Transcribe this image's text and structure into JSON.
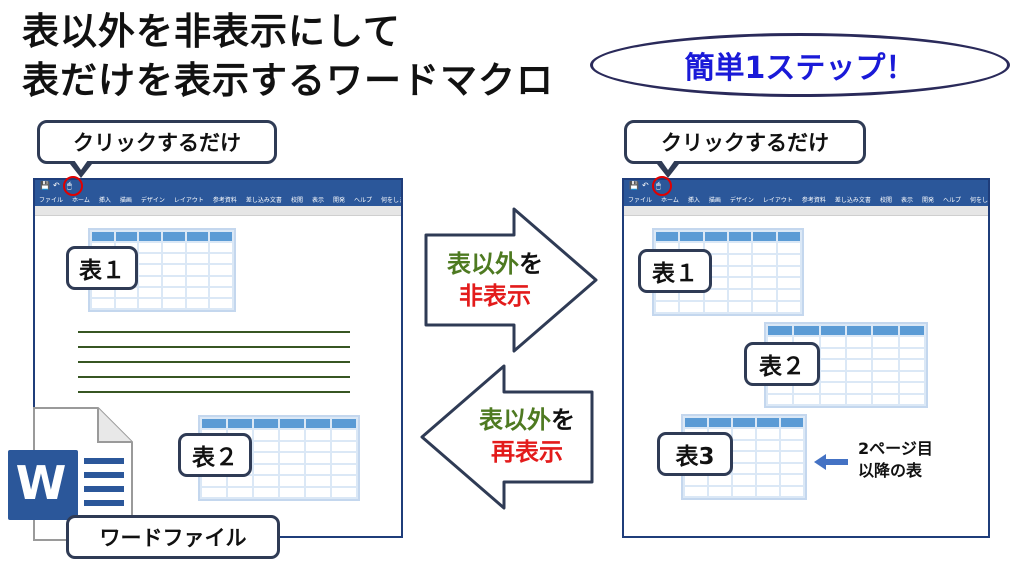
{
  "title": {
    "line1": "表以外を非表示にして",
    "line2": "表だけを表示するワードマクロ"
  },
  "badge": "簡単1ステップ！",
  "callouts": {
    "left": "クリックするだけ",
    "right": "クリックするだけ"
  },
  "ribbon": {
    "tabs": [
      "ファイル",
      "ホーム",
      "挿入",
      "描画",
      "デザイン",
      "レイアウト",
      "参考資料",
      "差し込み文書",
      "校閲",
      "表示",
      "開発",
      "ヘルプ",
      "何をしますか"
    ],
    "qa": [
      "💾",
      "↶",
      "🖱"
    ]
  },
  "left_doc": {
    "table1_label": "表１",
    "table2_label": "表２"
  },
  "right_doc": {
    "table1_label": "表１",
    "table2_label": "表２",
    "table3_label": "表3",
    "note": "2ページ目\n以降の表"
  },
  "arrows": {
    "hide": {
      "line1_a": "表以外",
      "line1_b": "を",
      "line2": "非表示"
    },
    "show": {
      "line1_a": "表以外",
      "line1_b": "を",
      "line2": "再表示"
    }
  },
  "file_label": "ワードファイル",
  "word_icon_letter": "W",
  "colors": {
    "ribbon": "#2b579a",
    "table_header": "#5b9bd5",
    "text_lines": "#375623",
    "accent_red": "#e31b1b",
    "accent_green": "#4e7a21",
    "badge_text": "#1a1ad8"
  }
}
